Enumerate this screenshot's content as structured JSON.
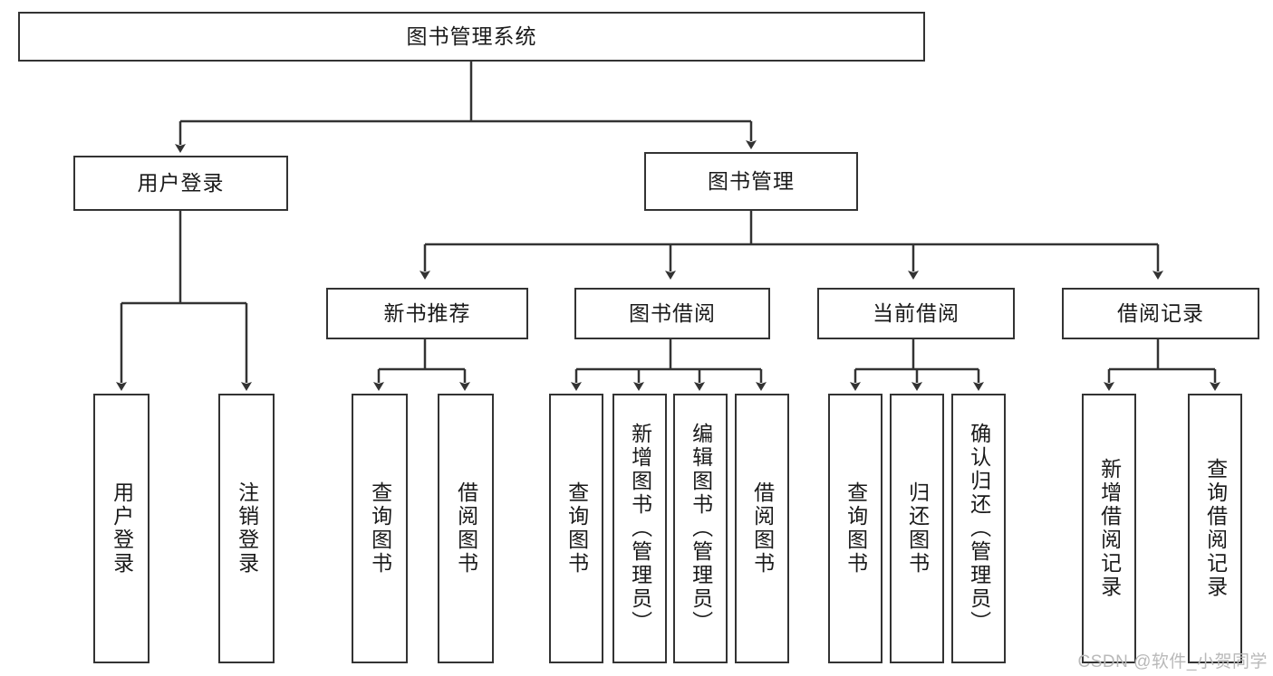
{
  "diagram": {
    "type": "tree-hierarchy-flowchart",
    "root": {
      "id": "root",
      "label": "图书管理系统"
    },
    "level2": [
      {
        "id": "user-login",
        "label": "用户登录"
      },
      {
        "id": "book-management",
        "label": "图书管理"
      }
    ],
    "level3": [
      {
        "id": "new-book-recommend",
        "label": "新书推荐",
        "parent": "book-management"
      },
      {
        "id": "book-borrow",
        "label": "图书借阅",
        "parent": "book-management"
      },
      {
        "id": "current-borrow",
        "label": "当前借阅",
        "parent": "book-management"
      },
      {
        "id": "borrow-record",
        "label": "借阅记录",
        "parent": "book-management"
      }
    ],
    "leaves": [
      {
        "id": "leaf-user-login",
        "label": "用户登录",
        "parent": "user-login"
      },
      {
        "id": "leaf-logout-login",
        "label": "注销登录",
        "parent": "user-login"
      },
      {
        "id": "leaf-query-book-1",
        "label": "查询图书",
        "parent": "new-book-recommend"
      },
      {
        "id": "leaf-borrow-book-1",
        "label": "借阅图书",
        "parent": "new-book-recommend"
      },
      {
        "id": "leaf-query-book-2",
        "label": "查询图书",
        "parent": "book-borrow"
      },
      {
        "id": "leaf-add-book",
        "label": "新增图书（管理员）",
        "parent": "book-borrow"
      },
      {
        "id": "leaf-edit-book",
        "label": "编辑图书（管理员）",
        "parent": "book-borrow"
      },
      {
        "id": "leaf-borrow-book-2",
        "label": "借阅图书",
        "parent": "book-borrow"
      },
      {
        "id": "leaf-query-book-3",
        "label": "查询图书",
        "parent": "current-borrow"
      },
      {
        "id": "leaf-return-book",
        "label": "归还图书",
        "parent": "current-borrow"
      },
      {
        "id": "leaf-confirm-return",
        "label": "确认归还（管理员）",
        "parent": "current-borrow"
      },
      {
        "id": "leaf-add-record",
        "label": "新增借阅记录",
        "parent": "borrow-record"
      },
      {
        "id": "leaf-query-record",
        "label": "查询借阅记录",
        "parent": "borrow-record"
      }
    ]
  },
  "watermark": {
    "text": "CSDN @软件_小贺同学"
  },
  "colors": {
    "stroke": "#333333",
    "fill": "#ffffff",
    "text": "#1a1a1a",
    "watermark": "#b9b9b9"
  }
}
